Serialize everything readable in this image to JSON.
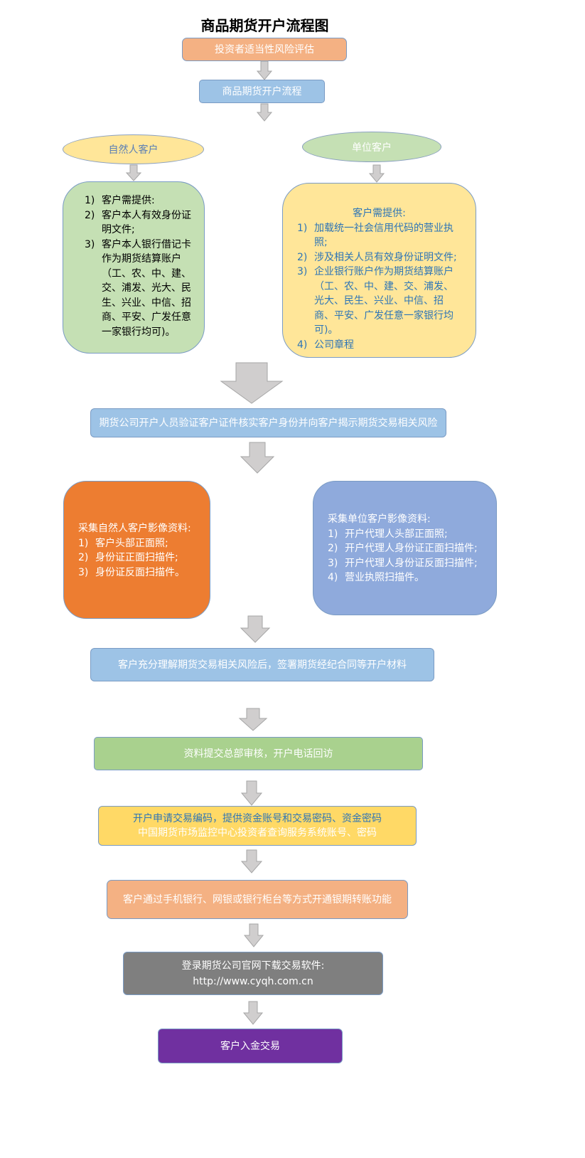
{
  "title": "商品期货开户流程图",
  "steps": {
    "risk_assessment": "投资者适当性风险评估",
    "process": "商品期货开户流程",
    "natural_client": "自然人客户",
    "org_client": "单位客户",
    "verify": "期货公司开户人员验证客户证件核实客户身份并向客户揭示期货交易相关风险",
    "sign": "客户充分理解期货交易相关风险后，签署期货经纪合同等开户材料",
    "review": "资料提交总部审核，开户电话回访",
    "apply_line1": "开户申请交易编码，提供资金账号和交易密码、资金密码",
    "apply_line2": "中国期货市场监控中心投资者查询服务系统账号、密码",
    "bank_transfer": "客户通过手机银行、网银或银行柜台等方式开通银期转账功能",
    "software_line1": "登录期货公司官网下载交易软件:",
    "software_line2": "http://www.cyqh.com.cn",
    "deposit": "客户入金交易"
  },
  "natural_docs": {
    "items": [
      {
        "num": "1)",
        "text": "客户需提供:"
      },
      {
        "num": "2)",
        "text": "客户本人有效身份证明文件;"
      },
      {
        "num": "3)",
        "text": "客户本人银行借记卡作为期货结算账户（工、农、中、建、交、浦发、光大、民生、兴业、中信、招商、平安、广发任意一家银行均可)。"
      }
    ]
  },
  "org_docs": {
    "header": "客户需提供:",
    "items": [
      {
        "num": "1)",
        "text": "加载统一社会信用代码的营业执照;"
      },
      {
        "num": "2)",
        "text": "涉及相关人员有效身份证明文件;"
      },
      {
        "num": "3)",
        "text": "企业银行账户作为期货结算账户（工、农、中、建、交、浦发、光大、民生、兴业、中信、招商、平安、广发任意一家银行均可)。"
      },
      {
        "num": "4)",
        "text": "公司章程"
      }
    ]
  },
  "natural_images": {
    "header": "采集自然人客户影像资料:",
    "items": [
      {
        "num": "1)",
        "text": "客户头部正面照;"
      },
      {
        "num": "2)",
        "text": "身份证正面扫描件;"
      },
      {
        "num": "3)",
        "text": "身份证反面扫描件。"
      }
    ]
  },
  "org_images": {
    "header": "采集单位客户影像资料:",
    "items": [
      {
        "num": "1)",
        "text": "开户代理人头部正面照;"
      },
      {
        "num": "2)",
        "text": "开户代理人身份证正面扫描件;"
      },
      {
        "num": "3)",
        "text": "开户代理人身份证反面扫描件;"
      },
      {
        "num": "4)",
        "text": "营业执照扫描件。"
      }
    ]
  },
  "colors": {
    "salmon": "#f4b183",
    "light_blue": "#9dc3e6",
    "yellow_ellipse": "#ffe699",
    "green_ellipse": "#c5e0b4",
    "green_box": "#c5e0b4",
    "yellow_box": "#ffe699",
    "orange_box": "#ed7d31",
    "blue_box": "#8faadc",
    "green_review": "#a9d18e",
    "gold": "#ffd966",
    "gray": "#7f7f7f",
    "purple": "#7030a0",
    "arrow": "#d0cece"
  }
}
